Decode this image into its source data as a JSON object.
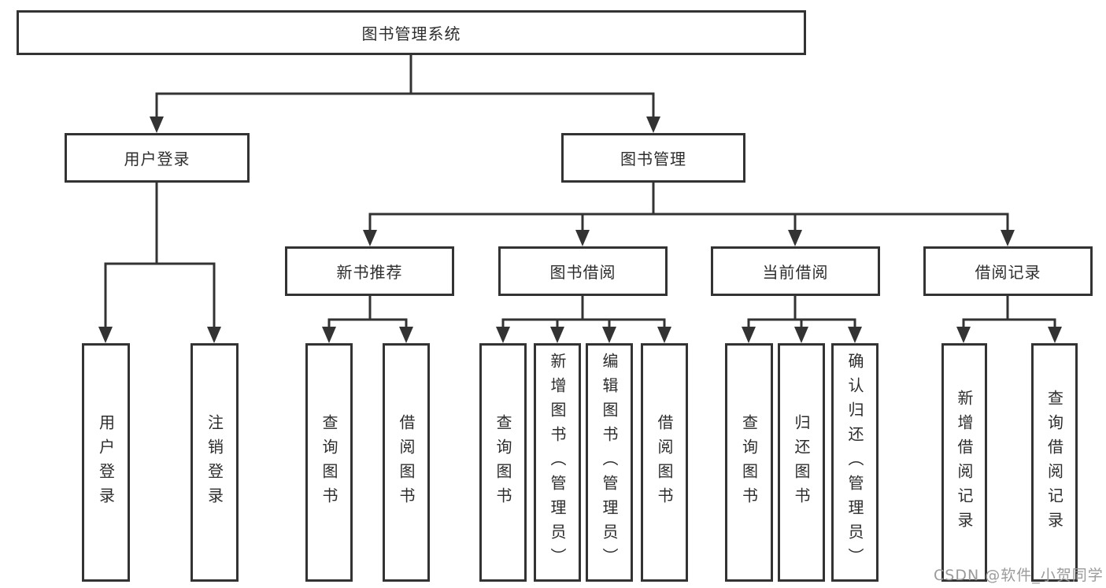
{
  "diagram": {
    "title": "图书管理系统",
    "type": "hierarchy-tree",
    "nodes": {
      "root": {
        "label": "图书管理系统"
      },
      "user_login": {
        "label": "用户登录"
      },
      "book_mgmt": {
        "label": "图书管理"
      },
      "new_book_rec": {
        "label": "新书推荐"
      },
      "book_borrow": {
        "label": "图书借阅"
      },
      "current_borrow": {
        "label": "当前借阅"
      },
      "borrow_records": {
        "label": "借阅记录"
      },
      "leaf_user_login": {
        "label": "用户登录"
      },
      "leaf_logout": {
        "label": "注销登录"
      },
      "leaf_query_books_new": {
        "label": "查询图书"
      },
      "leaf_borrow_books_new": {
        "label": "借阅图书"
      },
      "leaf_query_books_bor": {
        "label": "查询图书"
      },
      "leaf_add_books": {
        "label": "新增图书（管理员）"
      },
      "leaf_edit_books": {
        "label": "编辑图书（管理员）"
      },
      "leaf_borrow_books": {
        "label": "借阅图书"
      },
      "leaf_query_books_cur": {
        "label": "查询图书"
      },
      "leaf_return_books": {
        "label": "归还图书"
      },
      "leaf_confirm_return": {
        "label": "确认归还（管理员）"
      },
      "leaf_add_bor_record": {
        "label": "新增借阅记录"
      },
      "leaf_query_bor_record": {
        "label": "查询借阅记录"
      }
    },
    "edges": [
      [
        "图书管理系统",
        "用户登录"
      ],
      [
        "图书管理系统",
        "图书管理"
      ],
      [
        "用户登录",
        "用户登录(叶)"
      ],
      [
        "用户登录",
        "注销登录"
      ],
      [
        "图书管理",
        "新书推荐"
      ],
      [
        "图书管理",
        "图书借阅"
      ],
      [
        "图书管理",
        "当前借阅"
      ],
      [
        "图书管理",
        "借阅记录"
      ],
      [
        "新书推荐",
        "查询图书"
      ],
      [
        "新书推荐",
        "借阅图书"
      ],
      [
        "图书借阅",
        "查询图书"
      ],
      [
        "图书借阅",
        "新增图书（管理员）"
      ],
      [
        "图书借阅",
        "编辑图书（管理员）"
      ],
      [
        "图书借阅",
        "借阅图书"
      ],
      [
        "当前借阅",
        "查询图书"
      ],
      [
        "当前借阅",
        "归还图书"
      ],
      [
        "当前借阅",
        "确认归还（管理员）"
      ],
      [
        "借阅记录",
        "新增借阅记录"
      ],
      [
        "借阅记录",
        "查询借阅记录"
      ]
    ]
  },
  "watermark": {
    "text": "CSDN @软件_小贺同学"
  },
  "colors": {
    "line": "#333333",
    "box_border": "#333333",
    "box_fill": "#ffffff",
    "text": "#2d2d2d",
    "watermark": "#9b9b9b",
    "background": "#ffffff"
  }
}
